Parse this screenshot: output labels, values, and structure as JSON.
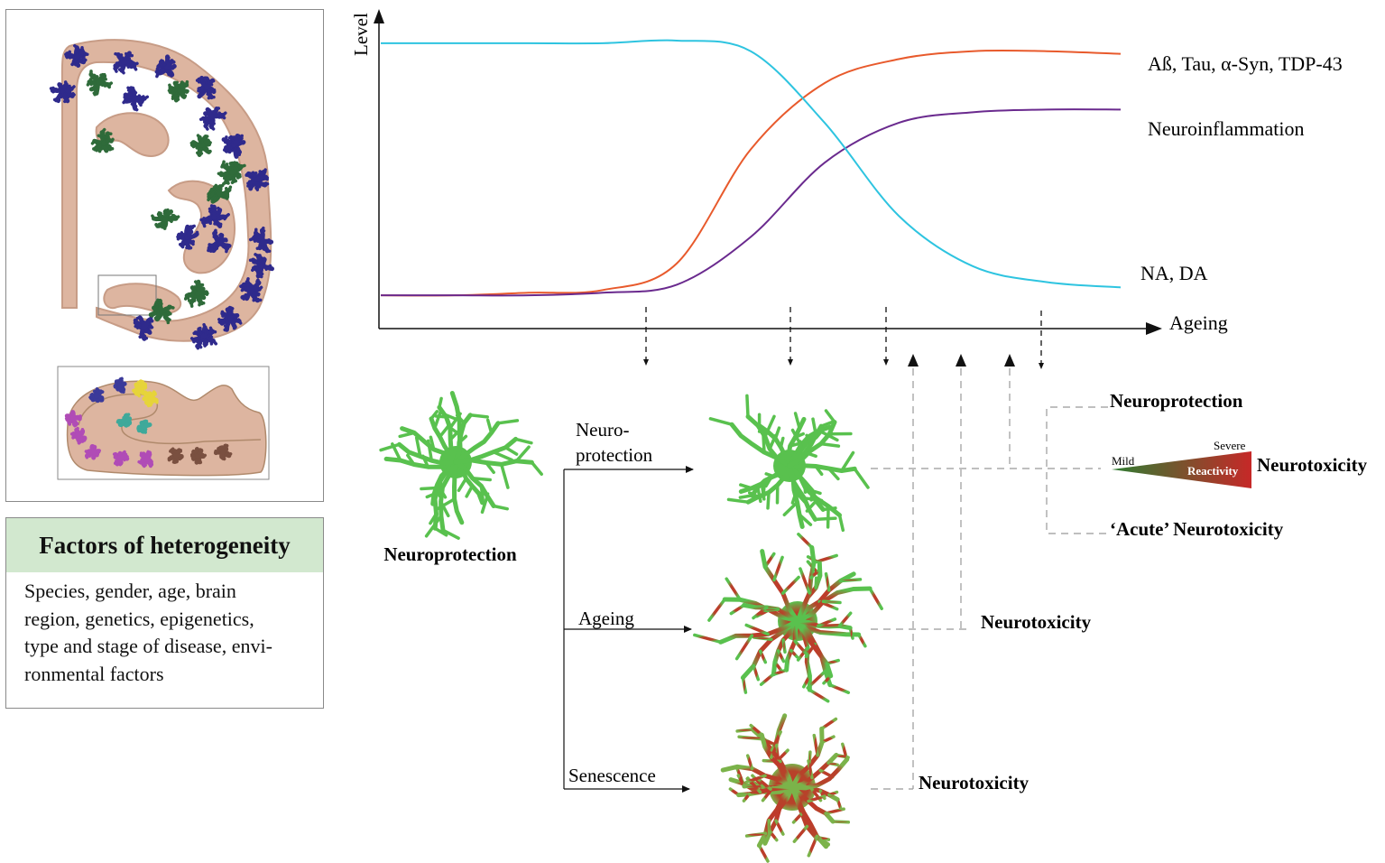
{
  "factors": {
    "title": "Factors of heterogeneity",
    "lines": [
      "Species, gender, age, brain",
      "region, genetics, epigenetics,",
      "type and stage of disease, envi-",
      "ronmental factors"
    ]
  },
  "chart_data": {
    "type": "line",
    "title": "",
    "xlabel": "Ageing",
    "ylabel": "Level",
    "x": [
      0,
      0.1,
      0.2,
      0.3,
      0.4,
      0.5,
      0.6,
      0.7,
      0.8,
      0.9,
      1.0
    ],
    "series": [
      {
        "name": "Aß, Tau, α-Syn, TDP-43",
        "color": "#e85a2c",
        "values": [
          0.03,
          0.03,
          0.04,
          0.05,
          0.15,
          0.58,
          0.83,
          0.92,
          0.95,
          0.95,
          0.94
        ]
      },
      {
        "name": "Neuroinflammation",
        "color": "#6a2a8e",
        "values": [
          0.03,
          0.03,
          0.03,
          0.04,
          0.07,
          0.25,
          0.53,
          0.68,
          0.72,
          0.73,
          0.73
        ]
      },
      {
        "name": "NA, DA",
        "color": "#2ec4e0",
        "values": [
          0.98,
          0.98,
          0.98,
          0.98,
          0.99,
          0.95,
          0.68,
          0.33,
          0.14,
          0.08,
          0.06
        ]
      }
    ]
  },
  "pathway": {
    "resting_label": "Neuroprotection",
    "branches": [
      {
        "label_lines": [
          "Neuro-",
          "protection"
        ],
        "outcome": ""
      },
      {
        "label_lines": [
          "Ageing"
        ],
        "outcome": "Neurotoxicity"
      },
      {
        "label_lines": [
          "Senescence"
        ],
        "outcome": "Neurotoxicity"
      }
    ],
    "top_outcomes": {
      "neuroprotection": "Neuroprotection",
      "neurotoxicity": "Neurotoxicity",
      "acute": "‘Acute’ Neurotoxicity"
    },
    "reactivity_scale": {
      "low": "Mild",
      "high": "Severe",
      "label": "Reactivity",
      "color_low": "#2e7d32",
      "color_high": "#c62828"
    }
  },
  "colors": {
    "microglia_healthy": "#59c14e",
    "microglia_reactive": "#c0392b",
    "brain_tissue": "#ddb5a0",
    "box_header": "#d2e8cf"
  }
}
